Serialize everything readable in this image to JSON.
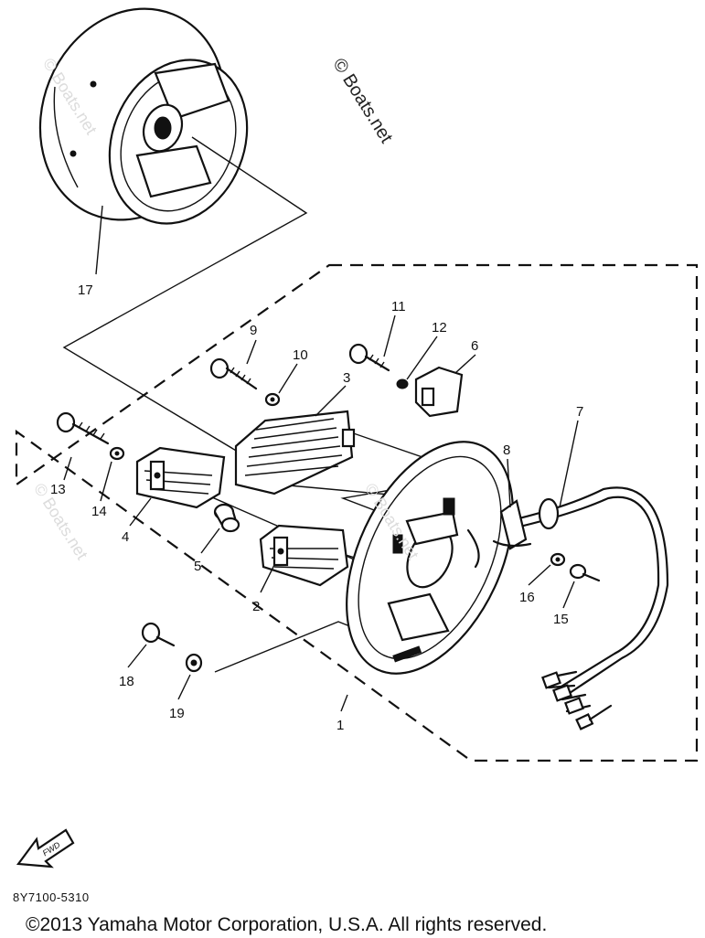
{
  "watermark": {
    "main": "© Boats.net",
    "faint": "© Boats.net"
  },
  "part_labels": [
    "1",
    "2",
    "3",
    "4",
    "5",
    "6",
    "7",
    "8",
    "9",
    "10",
    "11",
    "12",
    "13",
    "14",
    "15",
    "16",
    "17",
    "18",
    "19"
  ],
  "fwd_label": "FWD",
  "diagram_code": "8Y7100-5310",
  "copyright": "©2013 Yamaha Motor Corporation, U.S.A. All rights reserved."
}
